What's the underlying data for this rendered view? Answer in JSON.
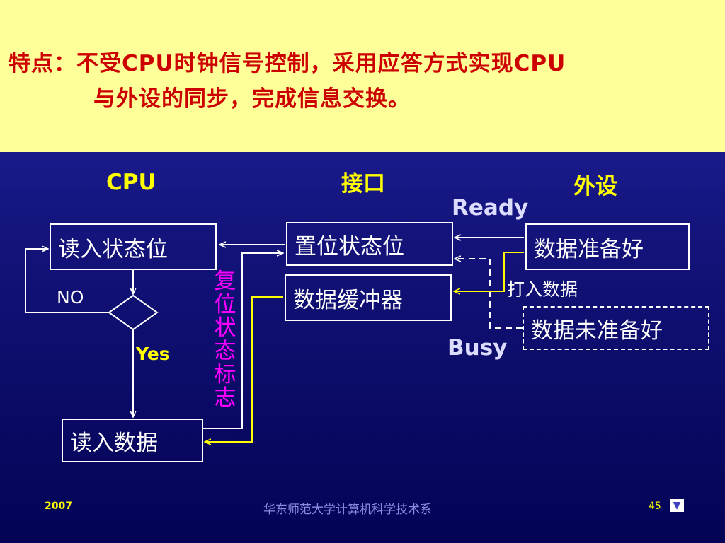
{
  "header": {
    "line1": "特点：不受CPU时钟信号控制，采用应答方式实现CPU",
    "line2": "与外设的同步，完成信息交换。"
  },
  "columns": {
    "cpu": "CPU",
    "interface": "接口",
    "peripheral": "外设"
  },
  "signals": {
    "ready": "Ready",
    "busy": "Busy"
  },
  "boxes": {
    "read_status": "读入状态位",
    "read_data": "读入数据",
    "set_status": "置位状态位",
    "data_buffer": "数据缓冲器",
    "data_ready": "数据准备好",
    "data_not_ready": "数据未准备好"
  },
  "labels": {
    "no": "NO",
    "yes": "Yes",
    "fill_data": "打入数据",
    "reset_flag": "复位状态标志"
  },
  "footer": {
    "year": "2007",
    "org": "华东师范大学计算机科学技术系",
    "page": "45",
    "nav": "▼"
  },
  "colors": {
    "header_bg": "#ffff99",
    "title": "#cc0000",
    "column_label": "#ffff00",
    "reset_flag": "#ff00ff",
    "yellow_path": "#ffff00"
  }
}
